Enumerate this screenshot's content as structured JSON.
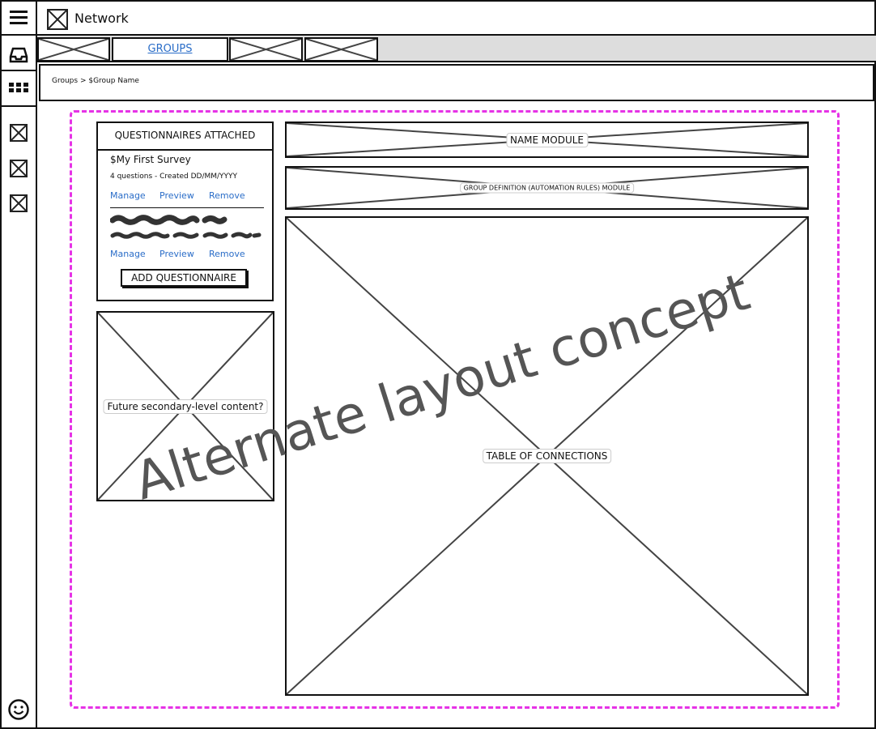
{
  "app": {
    "title": "Network"
  },
  "tabs": [
    {
      "label": ""
    },
    {
      "label": "GROUPS"
    },
    {
      "label": ""
    },
    {
      "label": ""
    }
  ],
  "breadcrumb": "Groups > $Group Name",
  "questionnaires": {
    "heading": "QUESTIONNAIRES ATTACHED",
    "items": [
      {
        "title": "$My First Survey",
        "meta": "4 questions - Created DD/MM/YYYY",
        "actions": [
          "Manage",
          "Preview",
          "Remove"
        ]
      },
      {
        "title": "",
        "meta": "",
        "actions": [
          "Manage",
          "Preview",
          "Remove"
        ]
      }
    ],
    "add_button": "ADD QUESTIONNAIRE"
  },
  "placeholders": {
    "secondary": "Future secondary-level content?",
    "name_module": "NAME MODULE",
    "group_definition": "GROUP DEFINITION (AUTOMATION RULES) MODULE",
    "table": "TABLE OF CONNECTIONS"
  },
  "annotation": {
    "text": "Alternate layout concept",
    "border_color": "#e633e6"
  },
  "colors": {
    "link": "#2a6dc8",
    "tab_strip": "#dddddd"
  },
  "icons": {
    "menu": "hamburger-menu-icon",
    "inbox": "inbox-icon",
    "apps": "apps-grid-icon",
    "profile": "smiley-face-icon"
  }
}
